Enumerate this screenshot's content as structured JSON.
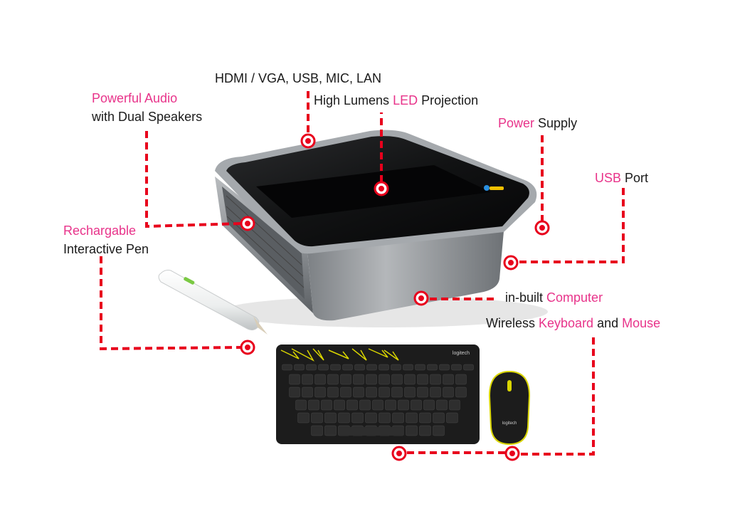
{
  "colors": {
    "accent": "#e8338a",
    "leader": "#e8001c",
    "text": "#1a1a1a"
  },
  "device": {
    "brand_logo": "iMPACT-logo-icon"
  },
  "keyboard": {
    "brand": "logitech"
  },
  "mouse": {
    "brand": "logitech"
  },
  "callouts": {
    "ports": {
      "text": "HDMI / VGA, USB, MIC, LAN"
    },
    "projection": {
      "pre": "High Lumens ",
      "hl": "LED",
      "post": " Projection"
    },
    "audio": {
      "line1": "Powerful Audio",
      "line2": "with Dual Speakers"
    },
    "power": {
      "hl": "Power",
      "post": " Supply"
    },
    "usb": {
      "hl": "USB",
      "post": " Port"
    },
    "pen": {
      "line1": "Rechargable",
      "line2": "Interactive Pen"
    },
    "computer": {
      "pre": "in-built ",
      "hl": "Computer"
    },
    "wireless": {
      "pre": "Wireless ",
      "hl1": "Keyboard",
      "mid": " and ",
      "hl2": "Mouse"
    }
  }
}
